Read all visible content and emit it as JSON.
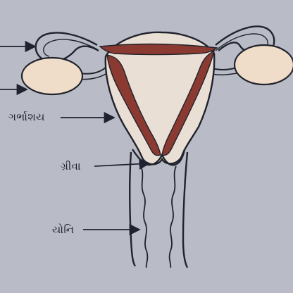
{
  "labels": {
    "uterus": "ગર્ભાશય",
    "cervix": "ગ્રીવા",
    "vagina": "યોનિ"
  },
  "colors": {
    "background": "#b9bcc6",
    "tissue": "#eadfd5",
    "ovary": "#efddc9",
    "lining": "#8a3a30",
    "outline": "#20232c"
  }
}
